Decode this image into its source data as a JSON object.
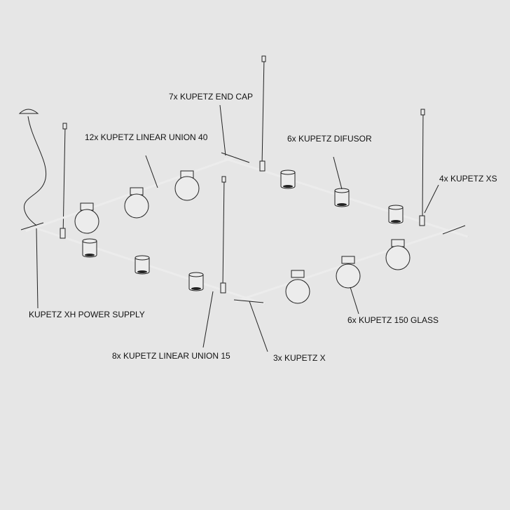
{
  "labels": {
    "end_cap": "7x KUPETZ END CAP",
    "linear_union_40": "12x KUPETZ LINEAR UNION 40",
    "difusor": "6x KUPETZ DIFUSOR",
    "xs": "4x KUPETZ XS",
    "power_supply": "KUPETZ XH POWER SUPPLY",
    "glass": "6x KUPETZ 150 GLASS",
    "linear_union_15": "8x KUPETZ LINEAR UNION 15",
    "x_connector": "3x KUPETZ X"
  }
}
